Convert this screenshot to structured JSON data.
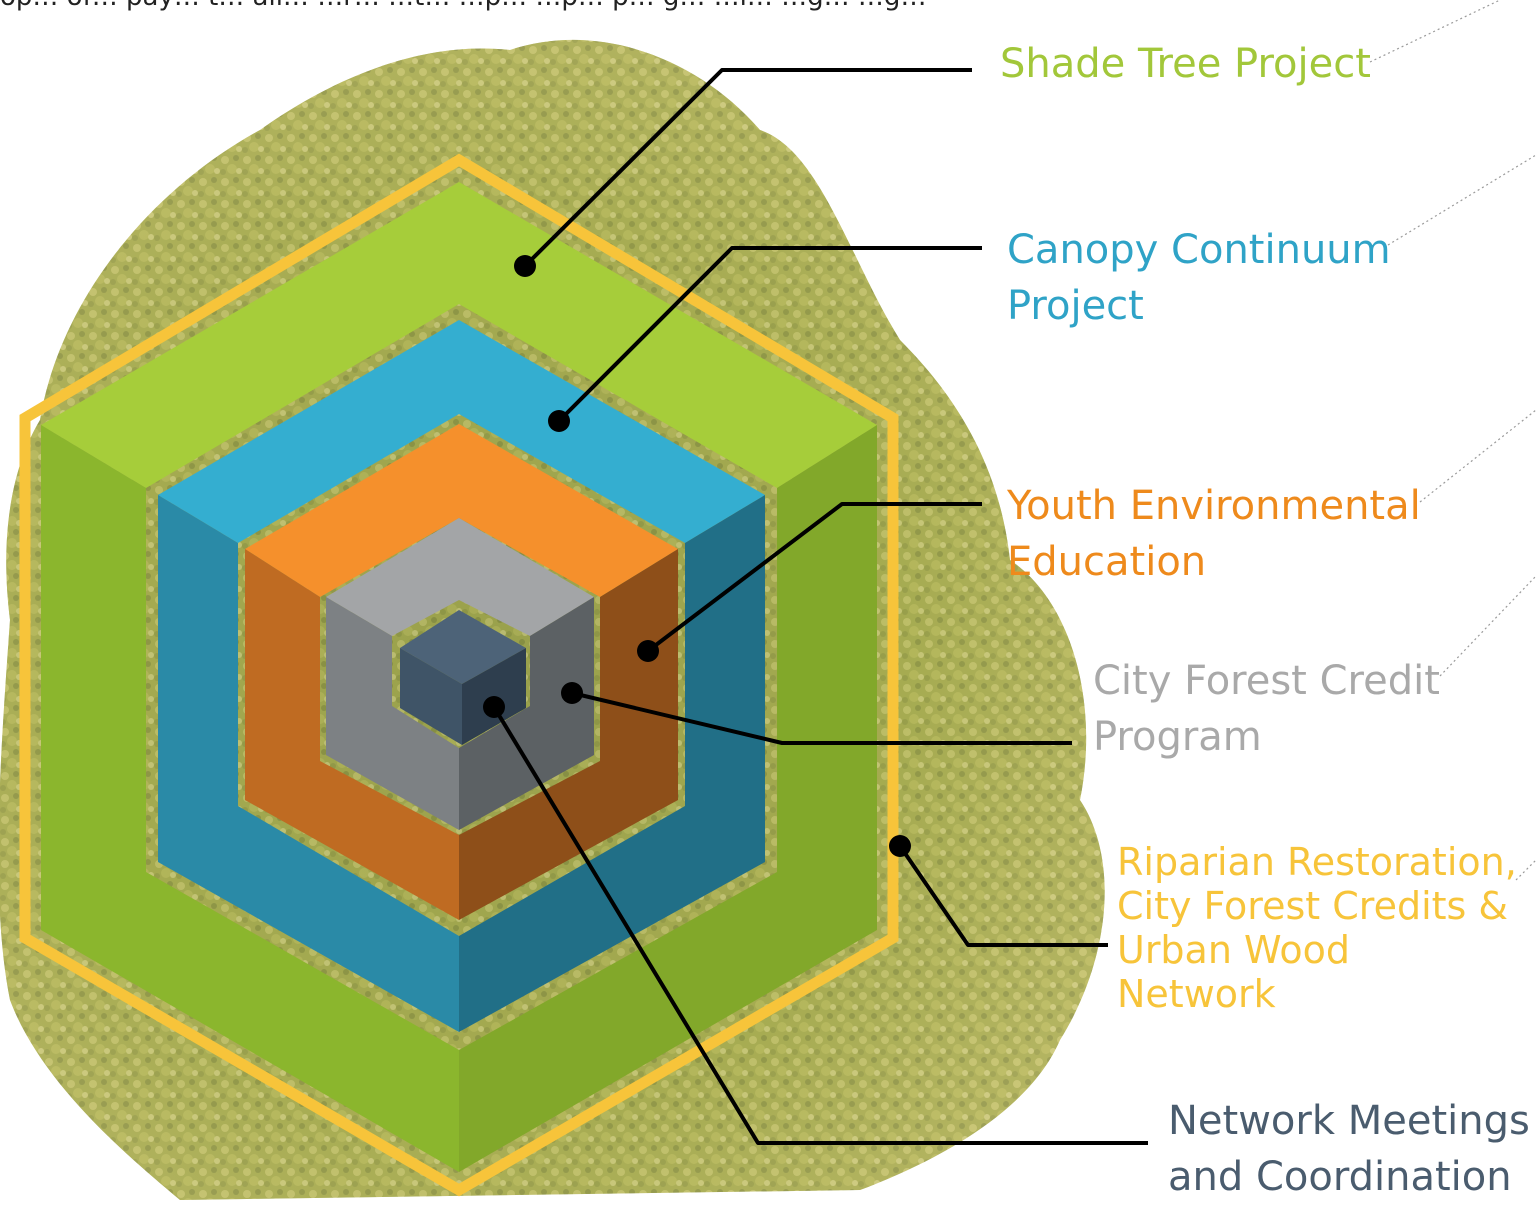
{
  "diagram": {
    "top_caption": "op… of… pay… t… all… …r… …t… …p… …p… p… g… …l… …g… …g…",
    "rings": [
      {
        "name": "Shade Tree Project",
        "top": "#a6cd3a",
        "left": "#8bb62d",
        "right": "#82a82a"
      },
      {
        "name": "Canopy Continuum Project",
        "top": "#34aed0",
        "left": "#2a8aa7",
        "right": "#216f87"
      },
      {
        "name": "Youth Environmental Education",
        "top": "#f5902c",
        "left": "#bf6b22",
        "right": "#8e4f19"
      },
      {
        "name": "City Forest Credit Program",
        "top": "#a3a5a7",
        "left": "#7d8184",
        "right": "#5c6164"
      },
      {
        "name": "Network Meetings and Coordination",
        "top": "#4d6378",
        "left": "#3f5467",
        "right": "#2e3e4e"
      }
    ],
    "outline_color": "#f7c43a",
    "leader_color": "#000000",
    "foliage_colors": [
      "#c9c271",
      "#a9ad4c",
      "#8e9541",
      "#d5d28c",
      "#6f7a33"
    ]
  },
  "labels": {
    "shade": "Shade Tree Project",
    "canopy": "Canopy Continuum\nProject",
    "youth": "Youth Environmental\nEducation",
    "credit": "City Forest Credit\nProgram",
    "riparian": "Riparian Restoration,\nCity Forest Credits &\nUrban Wood\nNetwork",
    "network": "Network Meetings\nand Coordination"
  }
}
